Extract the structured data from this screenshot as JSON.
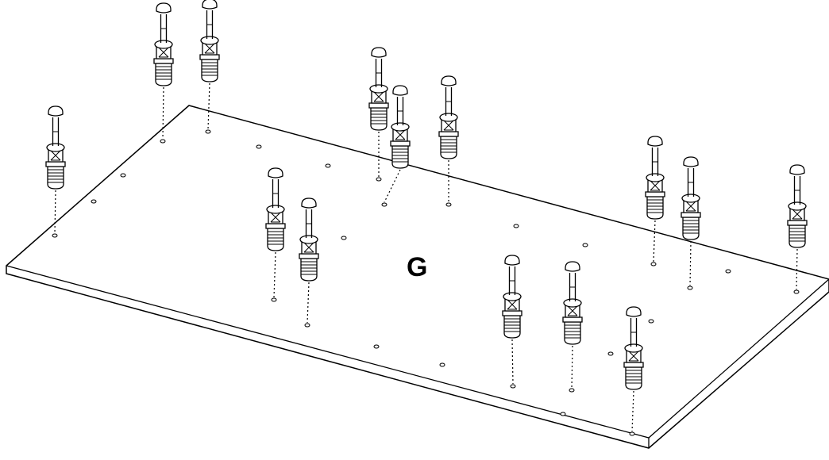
{
  "diagram": {
    "panel_label": "G",
    "part": "cam-bolt-connector",
    "connector_count": 14,
    "line_color": "#000000",
    "fill_color": "#ffffff"
  }
}
